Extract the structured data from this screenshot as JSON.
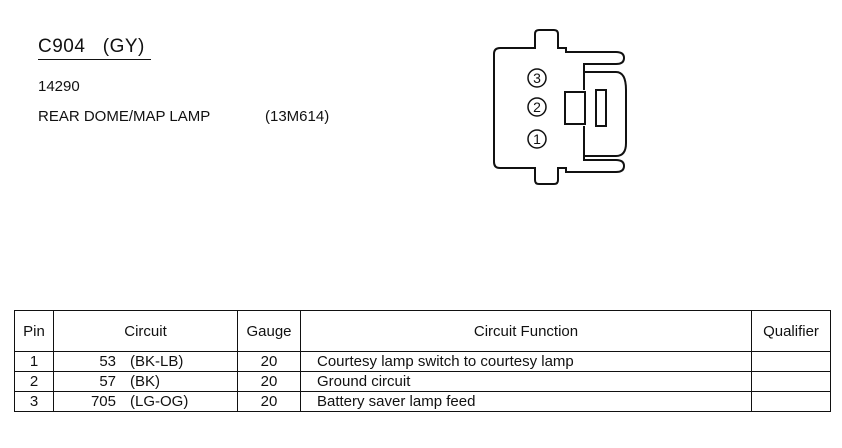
{
  "connector": {
    "id": "C904",
    "color_code": "(GY)",
    "part_number": "14290",
    "description": "REAR DOME/MAP LAMP",
    "component_code": "(13M614)"
  },
  "diagram": {
    "pin_labels": [
      "3",
      "2",
      "1"
    ]
  },
  "table": {
    "headers": {
      "pin": "Pin",
      "circuit": "Circuit",
      "gauge": "Gauge",
      "function": "Circuit Function",
      "qualifier": "Qualifier"
    },
    "rows": [
      {
        "pin": "1",
        "circuit_number": "53",
        "circuit_color": "(BK-LB)",
        "gauge": "20",
        "function": "Courtesy lamp switch to courtesy lamp",
        "qualifier": ""
      },
      {
        "pin": "2",
        "circuit_number": "57",
        "circuit_color": "(BK)",
        "gauge": "20",
        "function": "Ground circuit",
        "qualifier": ""
      },
      {
        "pin": "3",
        "circuit_number": "705",
        "circuit_color": "(LG-OG)",
        "gauge": "20",
        "function": "Battery saver lamp feed",
        "qualifier": ""
      }
    ]
  }
}
